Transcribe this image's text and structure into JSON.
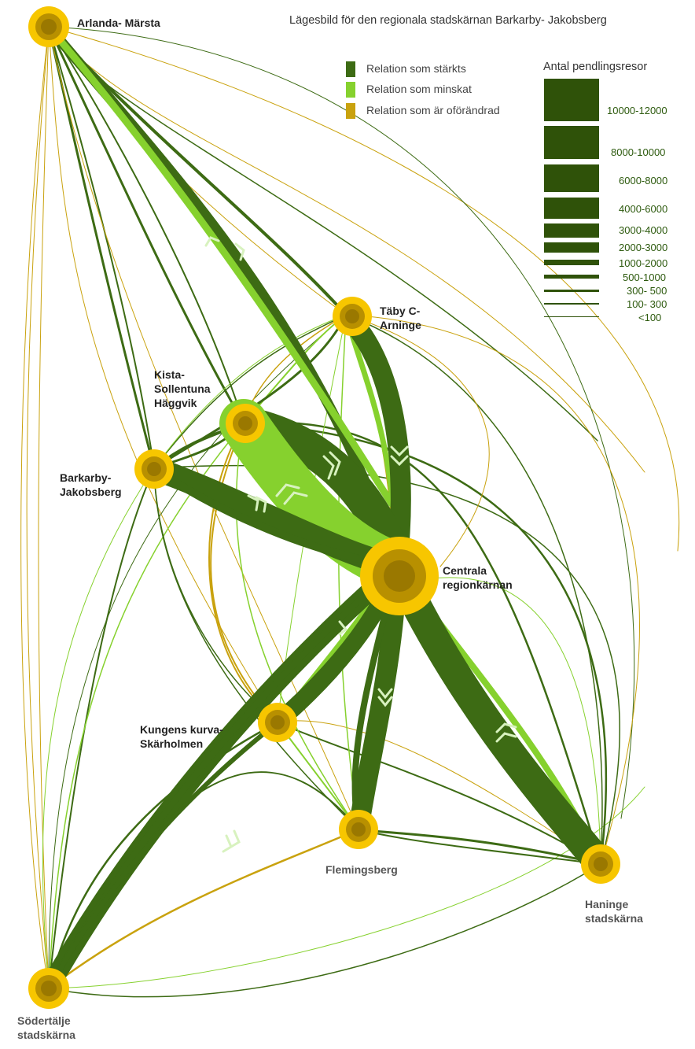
{
  "title": "Lägesbild för den regionala stadskärnan Barkarby- Jakobsberg",
  "legend": {
    "categories": [
      {
        "label": "Relation som stärkts",
        "color": "#3d6b14"
      },
      {
        "label": "Relation som minskat",
        "color": "#86d12e"
      },
      {
        "label": "Relation som är oförändrad",
        "color": "#c9a20e"
      }
    ],
    "size_title": "Antal pendlingsresor",
    "sizes": [
      "10000-12000",
      "8000-10000",
      "6000-8000",
      "4000-6000",
      "3000-4000",
      "2000-3000",
      "1000-2000",
      "500-1000",
      "300- 500",
      "100- 300",
      "<100"
    ]
  },
  "nodes": {
    "arlanda": "Arlanda- Märsta",
    "taby_1": "Täby C-",
    "taby_2": "Arninge",
    "kista_1": "Kista-",
    "kista_2": "Sollentuna",
    "kista_3": "Häggvik",
    "barkarby_1": "Barkarby-",
    "barkarby_2": "Jakobsberg",
    "central_1": "Centrala",
    "central_2": "regionkärnan",
    "kungens_1": "Kungens kurva-",
    "kungens_2": "Skärholmen",
    "flemingsberg": "Flemingsberg",
    "haninge_1": "Haninge",
    "haninge_2": "stadskärna",
    "sodertalje_1": "Södertälje",
    "sodertalje_2": "stadskärna"
  },
  "colors": {
    "strengthened": "#3d6b14",
    "decreased": "#86d12e",
    "unchanged": "#c9a20e",
    "node_outer": "#f7c600",
    "node_inner": "#b89000",
    "node_core": "#9a7800"
  }
}
